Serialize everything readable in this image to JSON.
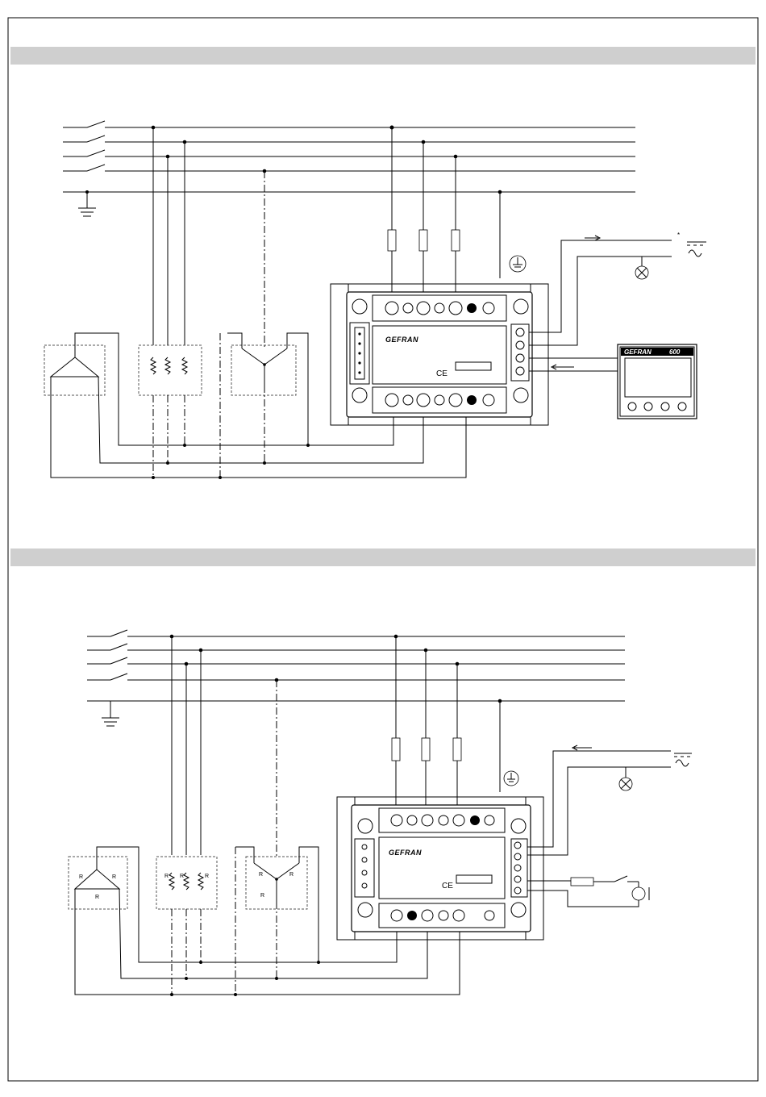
{
  "diagram_top": {
    "device_brand": "GEFRAN",
    "ce_mark": "CE",
    "resistor_label": "",
    "controller": {
      "brand": "GEFRAN",
      "model": "600"
    },
    "asterisk": "*"
  },
  "diagram_bottom": {
    "device_brand": "GEFRAN",
    "ce_mark": "CE",
    "resistor_labels": [
      "R",
      "R",
      "R",
      "R",
      "R",
      "R",
      "R",
      "R",
      "R"
    ]
  },
  "icons": [
    "ground-symbol",
    "fuse",
    "lamp",
    "ac-supply-symbol",
    "switch",
    "resistor"
  ]
}
